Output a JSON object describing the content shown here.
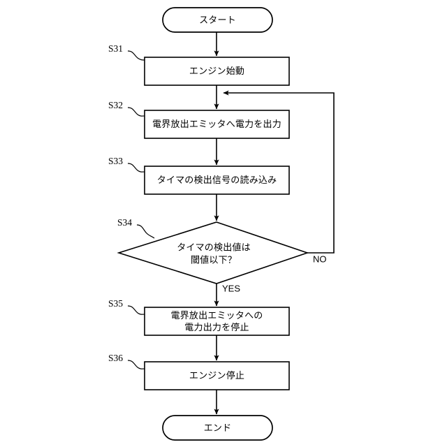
{
  "diagram": {
    "type": "flowchart",
    "language": "ja",
    "background_color": "#ffffff",
    "line_color": "#000000",
    "nodes": {
      "start": {
        "label": "スタート",
        "shape": "terminal"
      },
      "s31": {
        "step": "S31",
        "label": "エンジン始動",
        "shape": "process"
      },
      "s32": {
        "step": "S32",
        "label": "電界放出エミッタへ電力を出力",
        "shape": "process"
      },
      "s33": {
        "step": "S33",
        "label": "タイマの検出信号の読み込み",
        "shape": "process"
      },
      "s34": {
        "step": "S34",
        "label_line1": "タイマの検出値は",
        "label_line2": "閾値以下？",
        "shape": "decision"
      },
      "s35": {
        "step": "S35",
        "label_line1": "電界放出エミッタへの",
        "label_line2": "電力出力を停止",
        "shape": "process"
      },
      "s36": {
        "step": "S36",
        "label": "エンジン停止",
        "shape": "process"
      },
      "end": {
        "label": "エンド",
        "shape": "terminal"
      }
    },
    "branches": {
      "yes": "YES",
      "no": "NO"
    }
  }
}
